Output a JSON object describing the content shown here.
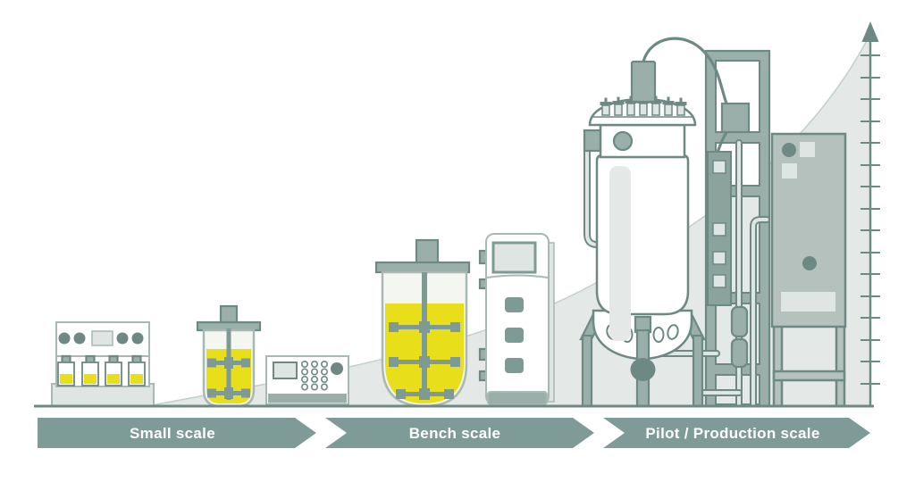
{
  "diagram_title": "Bioreactor scale-up growth diagram",
  "stages": [
    {
      "label": "Small scale"
    },
    {
      "label": "Bench scale"
    },
    {
      "label": "Pilot / Production scale"
    }
  ],
  "axis": {
    "orientation": "vertical",
    "tick_count": 16,
    "arrow": "up"
  },
  "growth_curve": {
    "shape": "exponential",
    "from_stage": "Small scale",
    "to_stage": "Pilot / Production scale"
  },
  "equipment": [
    {
      "name": "micro-bioreactor-station",
      "stage": "Small scale",
      "vessel_count": 4
    },
    {
      "name": "stirred-glass-beaker",
      "stage": "Small scale",
      "impellers": 2
    },
    {
      "name": "benchtop-controller",
      "stage": "Small scale",
      "keypad_buttons": 12
    },
    {
      "name": "bench-bioreactor",
      "stage": "Bench scale",
      "impellers": 3
    },
    {
      "name": "tower-control-unit",
      "stage": "Bench scale",
      "buttons": 3
    },
    {
      "name": "pilot-bioreactor",
      "stage": "Pilot / Production scale",
      "head-ports": 7
    },
    {
      "name": "piping-skid-frame",
      "stage": "Pilot / Production scale"
    },
    {
      "name": "production-cabinet",
      "stage": "Pilot / Production scale"
    }
  ],
  "colors": {
    "outline": "#6d8984",
    "banner": "#7e9b97",
    "banner_text": "#ffffff",
    "curve_fill": "#e4e9e7",
    "curve_stroke": "#c2cfcb",
    "liquid_yellow": "#e8df1a",
    "equipment_gray": "#9bafaa",
    "panel_light": "#dfe5e3",
    "cabinet_gray": "#b5c1bd",
    "glass_tint": "#f4f6f2",
    "glass_stroke": "#a8b9b4",
    "manifold_gray": "#8ba29d",
    "impeller": "#7d9a95",
    "background": "#ffffff"
  }
}
